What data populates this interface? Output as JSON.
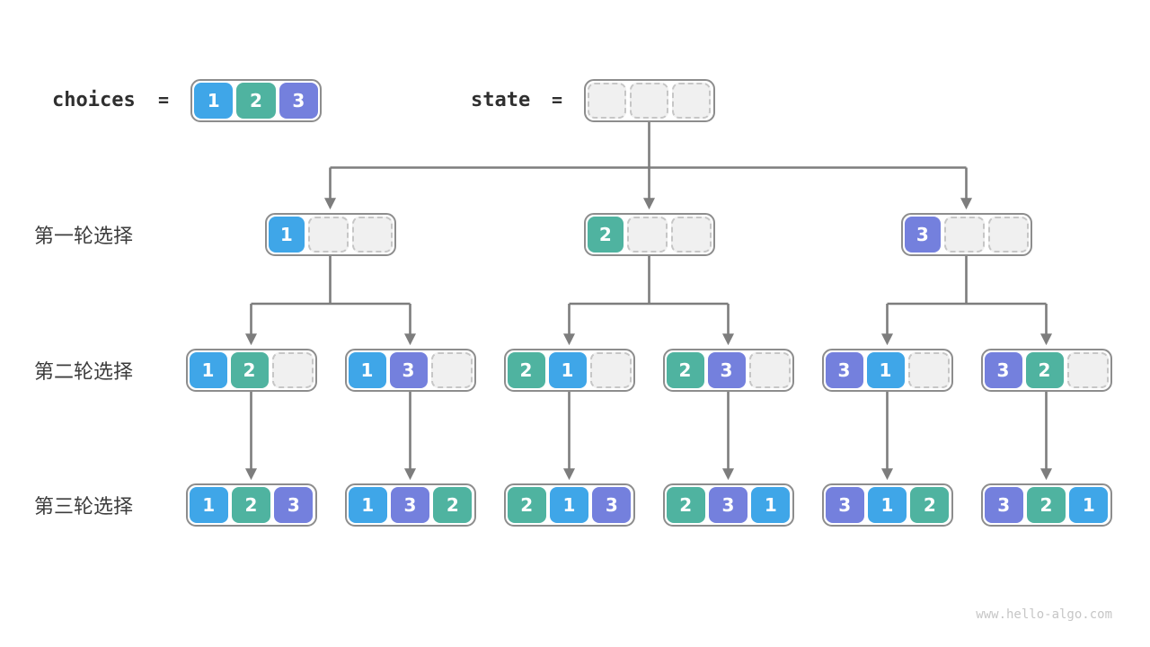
{
  "colors": {
    "c1": "#3fa6e8",
    "c2": "#4fb3a0",
    "c3": "#7480dd",
    "empty_fill": "#f0f0f0",
    "empty_border": "#c6c6c6",
    "node_border": "#8d8d8d",
    "arrow": "#7d7d7d",
    "label_text": "#3d3d3d",
    "code_text": "#2f2f2f",
    "digit_text": "#ffffff",
    "watermark_text": "#c6c6c6"
  },
  "header": {
    "choices_label": "choices",
    "choices_equals": "=",
    "choices_cells": [
      "1",
      "2",
      "3"
    ],
    "state_label": "state",
    "state_equals": "=",
    "state_cells": [
      "",
      "",
      ""
    ]
  },
  "rows": [
    {
      "label": "第一轮选择",
      "nodes": [
        [
          "1",
          "",
          ""
        ],
        [
          "2",
          "",
          ""
        ],
        [
          "3",
          "",
          ""
        ]
      ]
    },
    {
      "label": "第二轮选择",
      "nodes": [
        [
          "1",
          "2",
          ""
        ],
        [
          "1",
          "3",
          ""
        ],
        [
          "2",
          "1",
          ""
        ],
        [
          "2",
          "3",
          ""
        ],
        [
          "3",
          "1",
          ""
        ],
        [
          "3",
          "2",
          ""
        ]
      ]
    },
    {
      "label": "第三轮选择",
      "nodes": [
        [
          "1",
          "2",
          "3"
        ],
        [
          "1",
          "3",
          "2"
        ],
        [
          "2",
          "1",
          "3"
        ],
        [
          "2",
          "3",
          "1"
        ],
        [
          "3",
          "1",
          "2"
        ],
        [
          "3",
          "2",
          "1"
        ]
      ]
    }
  ],
  "watermark": "www.hello-algo.com"
}
